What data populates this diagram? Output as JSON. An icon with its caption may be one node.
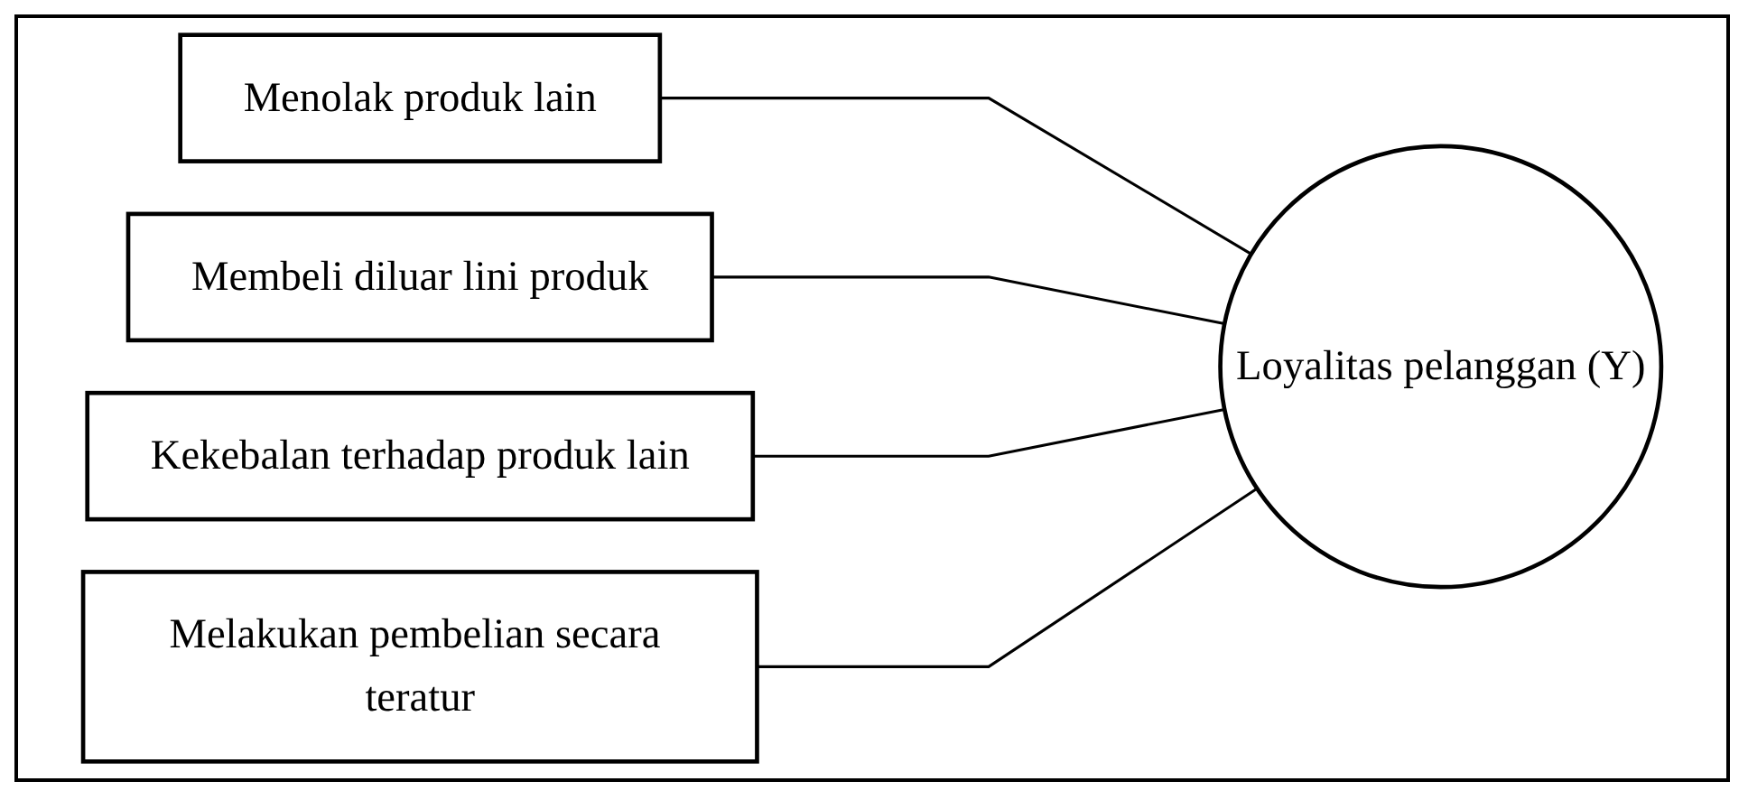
{
  "diagram": {
    "nodes": [
      {
        "text": [
          "Menolak produk lain"
        ]
      },
      {
        "text": [
          "Membeli diluar lini produk"
        ]
      },
      {
        "text": [
          "Kekebalan terhadap produk lain"
        ]
      },
      {
        "text": [
          "Melakukan pembelian secara teratur"
        ]
      },
      {
        "text": [
          "Loyalitas pelanggan (Y)"
        ]
      }
    ],
    "edges": [
      {
        "from": 0,
        "to": 4,
        "arrow": "none"
      },
      {
        "from": 1,
        "to": 4,
        "arrow": "none"
      },
      {
        "from": 2,
        "to": 4,
        "arrow": "none"
      },
      {
        "from": 3,
        "to": 4,
        "arrow": "none"
      }
    ]
  }
}
